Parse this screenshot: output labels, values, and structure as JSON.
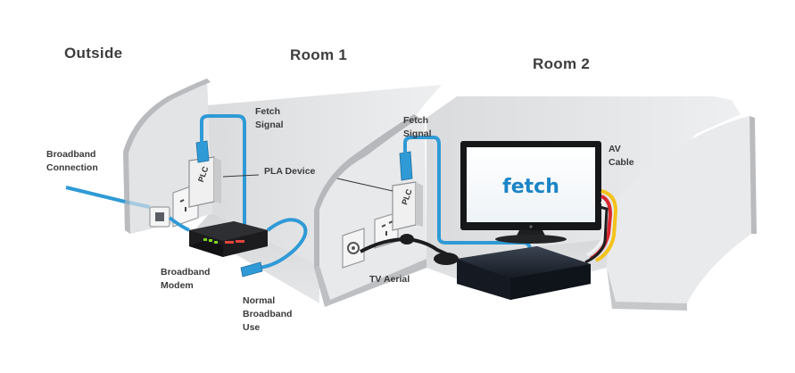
{
  "zones": {
    "outside": "Outside",
    "room1": "Room 1",
    "room2": "Room 2"
  },
  "labels": {
    "broadband_connection": [
      "Broadband",
      "Connection"
    ],
    "fetch_signal_1": [
      "Fetch",
      "Signal"
    ],
    "pla_device": "PLA Device",
    "fetch_signal_2": [
      "Fetch",
      "Signal"
    ],
    "av_cable": [
      "AV",
      "Cable"
    ],
    "broadband_modem": [
      "Broadband",
      "Modem"
    ],
    "normal_broadband_use": [
      "Normal",
      "Broadband",
      "Use"
    ],
    "tv_aerial": "TV Aerial"
  },
  "devices": {
    "plc_label": "PLC",
    "tv_screen_text": "fetch"
  },
  "colors": {
    "ethernet_cable": "#2f9ad6",
    "wall_light": "#ebebec",
    "wall_dark": "#cfd0d2",
    "wall_edge": "#a9abae",
    "av_yellow": "#f4c21b",
    "av_red": "#d8282f",
    "av_white": "#f2f2f2",
    "brand_blue": "#1a84c7"
  }
}
